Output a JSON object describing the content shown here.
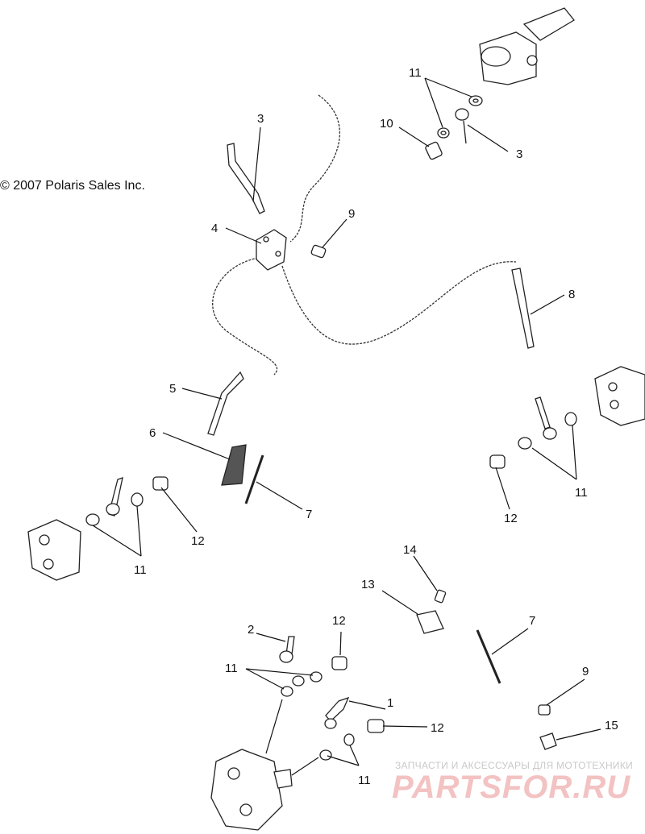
{
  "copyright": "© 2007 Polaris Sales Inc.",
  "watermark": {
    "tagline": "ЗАПЧАСТИ И АКСЕССУАРЫ ДЛЯ МОТОТЕХНИКИ",
    "brand": "PARTSFOR.RU"
  },
  "callouts": [
    "11",
    "3",
    "10",
    "3",
    "9",
    "4",
    "8",
    "5",
    "6",
    "7",
    "12",
    "11",
    "11",
    "12",
    "14",
    "13",
    "7",
    "2",
    "12",
    "11",
    "9",
    "1",
    "12",
    "15",
    "11"
  ]
}
